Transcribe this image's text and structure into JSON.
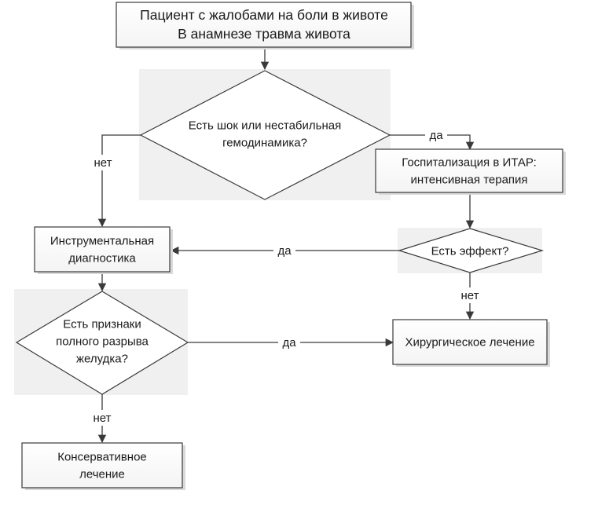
{
  "nodes": {
    "patient": {
      "lines": [
        "Пациент с жалобами на боли в животе",
        "В анамнезе травма живота"
      ]
    },
    "shock_decision": {
      "lines": [
        "Есть шок или нестабильная",
        "гемодинамика?"
      ]
    },
    "icu": {
      "lines": [
        "Госпитализация в ИТАР:",
        "интенсивная терапия"
      ]
    },
    "instrumental": {
      "lines": [
        "Инструментальная",
        "диагностика"
      ]
    },
    "effect_decision": {
      "lines": [
        "Есть эффект?"
      ]
    },
    "rupture_decision": {
      "lines": [
        "Есть признаки",
        "полного разрыва",
        "желудка?"
      ]
    },
    "surgery": {
      "lines": [
        "Хирургическое лечение"
      ]
    },
    "conservative": {
      "lines": [
        "Консервативное",
        "лечение"
      ]
    }
  },
  "edges": {
    "shock_yes": "да",
    "shock_no": "нет",
    "effect_yes": "да",
    "effect_no": "нет",
    "rupture_yes": "да",
    "rupture_no": "нет"
  },
  "colors": {
    "stroke": "#3a3a3a",
    "box_fill": "#ffffff",
    "shadow": "#d9d9d9",
    "decision_bg": "#f2f2f2"
  }
}
